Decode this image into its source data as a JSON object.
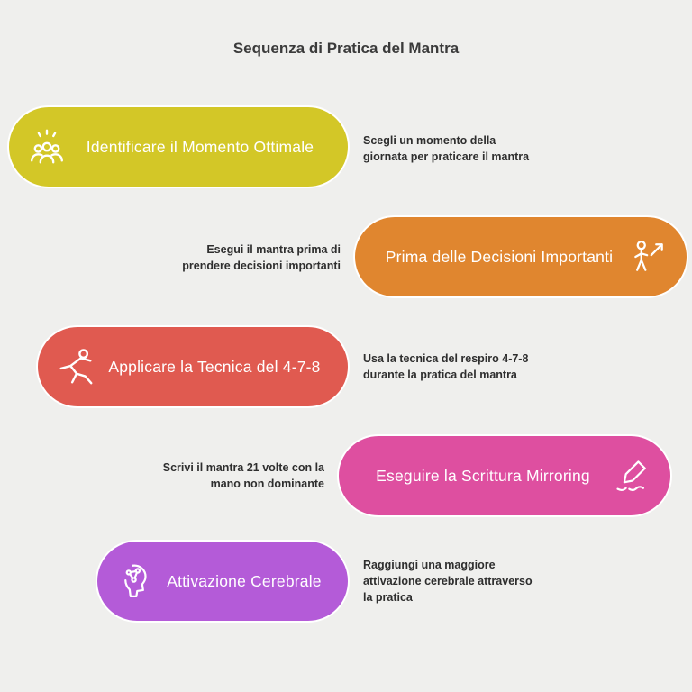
{
  "page": {
    "title": "Sequenza di Pratica del Mantra",
    "background": "#EFEFED",
    "title_color": "#3B3B3B",
    "description_color": "#2E2E2E",
    "pill_text_color": "#FFFFFF"
  },
  "steps": [
    {
      "label": "Identificare il Momento Ottimale",
      "description": "Scegli un momento della\ngiornata per praticare il mantra",
      "color": "#D3C727",
      "icon": "group-meeting-icon",
      "side": "left"
    },
    {
      "label": "Prima delle Decisioni Importanti",
      "description": "Esegui il mantra prima di\nprendere decisioni importanti",
      "color": "#E0862F",
      "icon": "person-growth-icon",
      "side": "right"
    },
    {
      "label": "Applicare la Tecnica del 4-7-8",
      "description": "Usa la tecnica del respiro 4-7-8\ndurante la pratica del mantra",
      "color": "#E05A50",
      "icon": "stretching-person-icon",
      "side": "left"
    },
    {
      "label": "Eseguire la Scrittura Mirroring",
      "description": "Scrivi il mantra 21 volte con la\nmano non dominante",
      "color": "#DE4FA0",
      "icon": "signature-pen-icon",
      "side": "right"
    },
    {
      "label": "Attivazione Cerebrale",
      "description": "Raggiungi una maggiore\nattivazione cerebrale attraverso\nla pratica",
      "color": "#B45BD8",
      "icon": "brain-network-icon",
      "side": "left"
    }
  ]
}
